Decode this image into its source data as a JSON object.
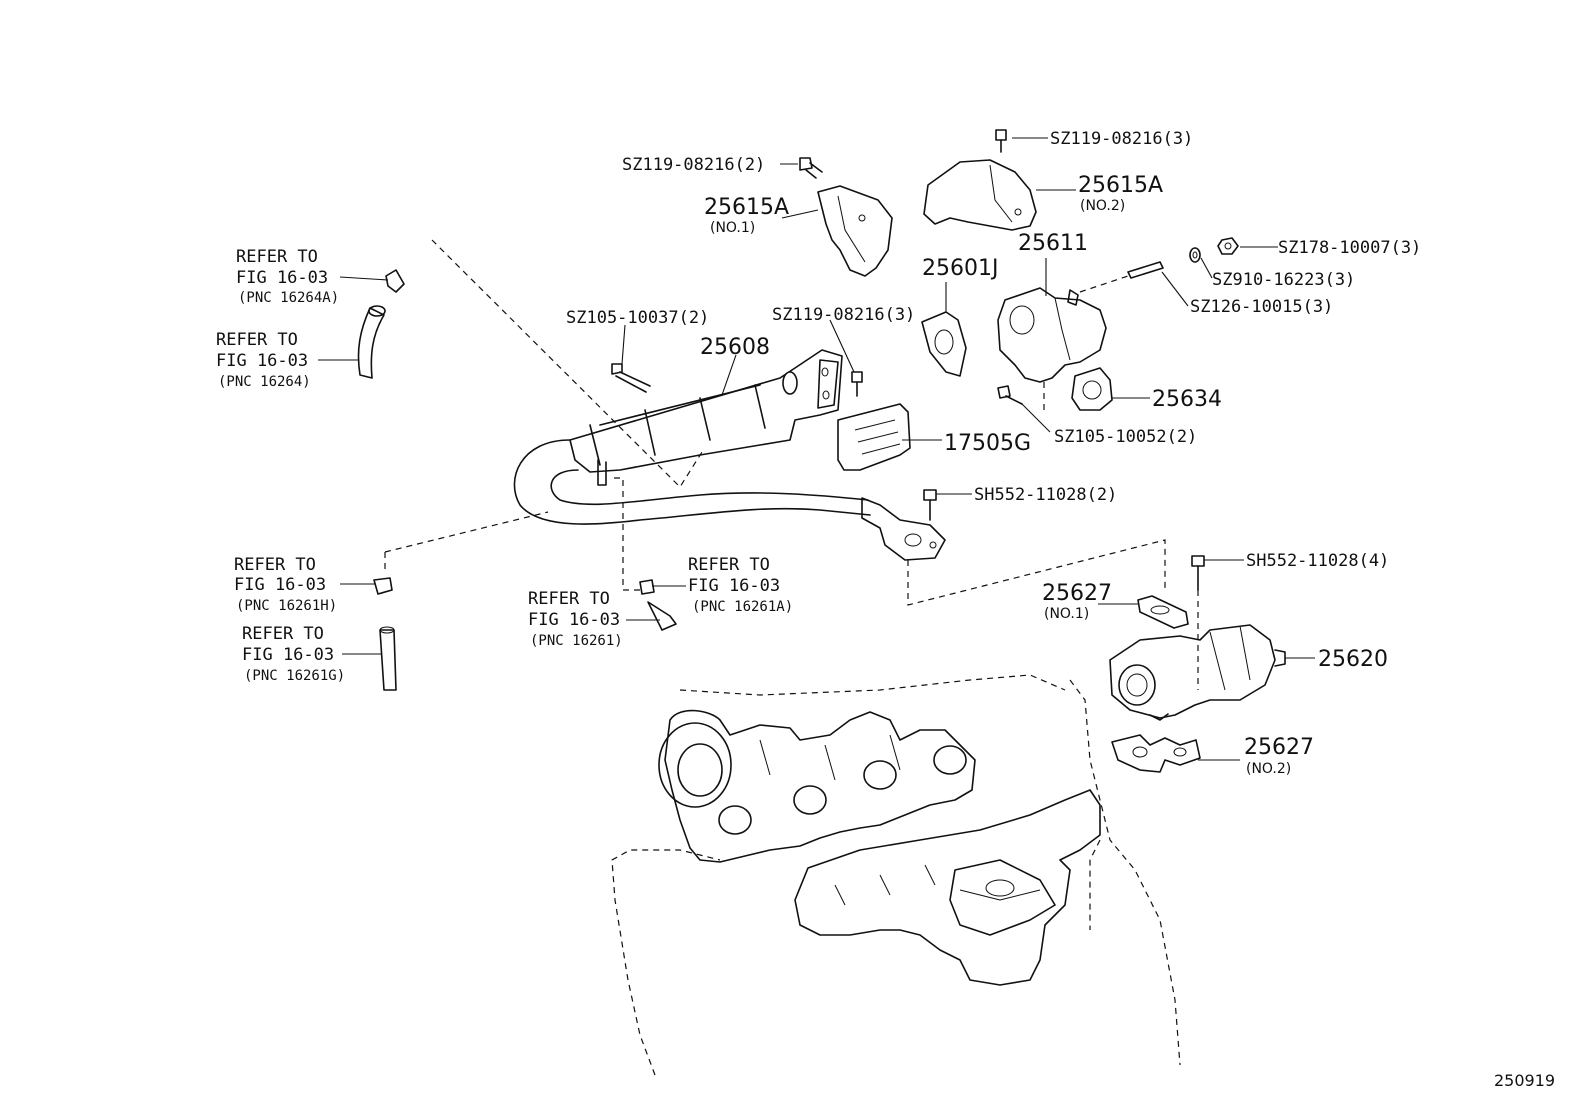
{
  "figure_id": "250919",
  "callouts": {
    "bolt_sz119_top_right": "SZ119-08216(3)",
    "bolt_sz119_top_left": "SZ119-08216(2)",
    "bolt_sz119_mid": "SZ119-08216(3)",
    "bolt_sz105_10037": "SZ105-10037(2)",
    "nut_sz178": "SZ178-10007(3)",
    "washer_sz910": "SZ910-16223(3)",
    "stud_sz126": "SZ126-10015(3)",
    "bolt_sz105_10052": "SZ105-10052(2)",
    "bolt_sh552_2": "SH552-11028(2)",
    "bolt_sh552_4": "SH552-11028(4)"
  },
  "parts": {
    "p25615A_no1": {
      "number": "25615A",
      "note": "(NO.1)"
    },
    "p25615A_no2": {
      "number": "25615A",
      "note": "(NO.2)"
    },
    "p25611": {
      "number": "25611"
    },
    "p25601J": {
      "number": "25601J"
    },
    "p25608": {
      "number": "25608"
    },
    "p25634": {
      "number": "25634"
    },
    "p17505G": {
      "number": "17505G"
    },
    "p25627_no1": {
      "number": "25627",
      "note": "(NO.1)"
    },
    "p25620": {
      "number": "25620"
    },
    "p25627_no2": {
      "number": "25627",
      "note": "(NO.2)"
    }
  },
  "references": [
    {
      "line1": "REFER TO",
      "line2": "FIG 16-03",
      "pnc": "(PNC 16264A)"
    },
    {
      "line1": "REFER TO",
      "line2": "FIG 16-03",
      "pnc": "(PNC 16264)"
    },
    {
      "line1": "REFER TO",
      "line2": "FIG 16-03",
      "pnc": "(PNC 16261H)"
    },
    {
      "line1": "REFER TO",
      "line2": "FIG 16-03",
      "pnc": "(PNC 16261G)"
    },
    {
      "line1": "REFER TO",
      "line2": "FIG 16-03",
      "pnc": "(PNC 16261)"
    },
    {
      "line1": "REFER TO",
      "line2": "FIG 16-03",
      "pnc": "(PNC 16261A)"
    }
  ]
}
